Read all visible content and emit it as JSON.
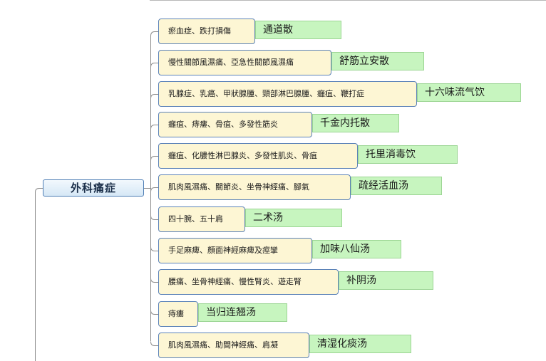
{
  "root_label": "外科痛症",
  "branches": [
    {
      "condition": "瘀血症、跌打損傷",
      "remedy": "通道散"
    },
    {
      "condition": "慢性關節風濕痛、亞急性關節風濕痛",
      "remedy": "舒筋立安散"
    },
    {
      "condition": "乳腺症、乳癌、甲狀腺腫、頸部淋巴腺腫、癰疽、鞭打症",
      "remedy": "十六味流气饮"
    },
    {
      "condition": "癰疽、痔瘻、骨疽、多發性筋炎",
      "remedy": "千金内托散"
    },
    {
      "condition": "癰疽、化膿性淋巴腺炎、多發性肌炎、骨疽",
      "remedy": "托里消毒饮"
    },
    {
      "condition": "肌肉風濕痛、關節炎、坐骨神經痛、腳氣",
      "remedy": "疏经活血汤"
    },
    {
      "condition": "四十腕、五十肩",
      "remedy": "二术汤"
    },
    {
      "condition": "手足麻痺、顏面神經麻痺及痙攣",
      "remedy": "加味八仙汤"
    },
    {
      "condition": "腰痛、坐骨神經痛、慢性腎炎、遊走腎",
      "remedy": "补阴汤"
    },
    {
      "condition": "痔瘻",
      "remedy": "当归连翘汤"
    },
    {
      "condition": "肌肉風濕痛、助間神經痛、肩凝",
      "remedy": "清湿化痰汤"
    }
  ]
}
